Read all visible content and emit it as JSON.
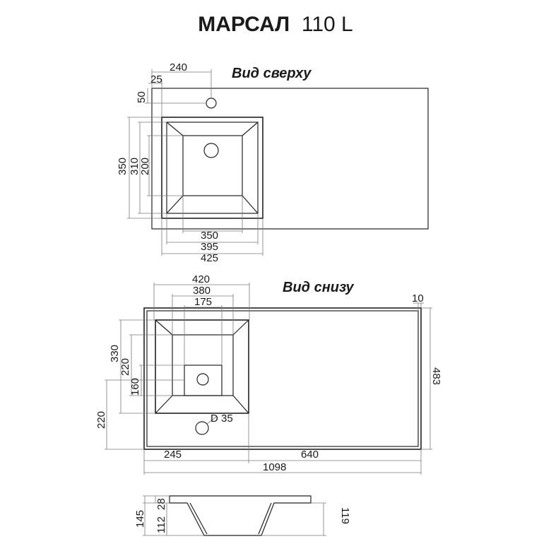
{
  "title": {
    "name": "МАРСАЛ",
    "model": "110 L"
  },
  "top_view": {
    "label": "Вид сверху",
    "dims": {
      "d240": "240",
      "d25": "25",
      "d50": "50",
      "d350v": "350",
      "d310v": "310",
      "d200v": "200",
      "d350h": "350",
      "d395h": "395",
      "d425h": "425"
    }
  },
  "bottom_view": {
    "label": "Вид снизу",
    "dims": {
      "d420": "420",
      "d380": "380",
      "d175": "175",
      "d10": "10",
      "d330": "330",
      "d220": "220",
      "d160": "160",
      "d220b": "220",
      "d483": "483",
      "d35": "D 35",
      "d245": "245",
      "d640": "640",
      "d1098": "1098"
    }
  },
  "side_view": {
    "dims": {
      "d145": "145",
      "d28": "28",
      "d112": "112",
      "d119": "119"
    }
  }
}
